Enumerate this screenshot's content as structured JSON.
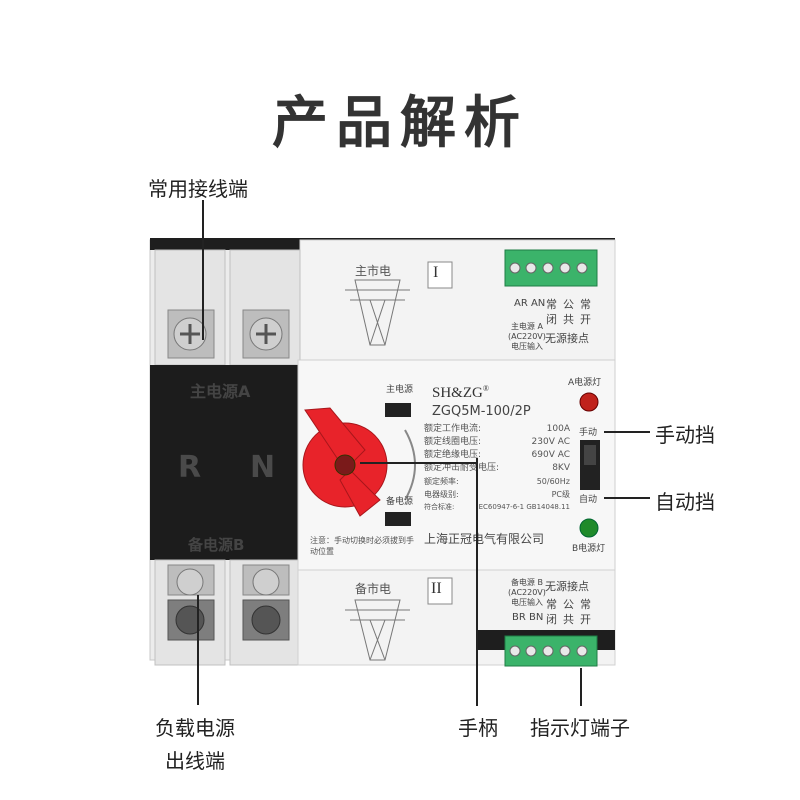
{
  "title": "产品解析",
  "callouts": {
    "common_terminal": "常用接线端",
    "manual_position": "手动挡",
    "auto_position": "自动挡",
    "load_output_line1": "负载电源",
    "load_output_line2": "出线端",
    "handle": "手柄",
    "indicator_terminal": "指示灯端子"
  },
  "device": {
    "top_block_label": "主市电",
    "top_block_roman": "I",
    "bottom_block_label": "备市电",
    "bottom_block_roman": "II",
    "panel_main_source": "主电源A",
    "panel_backup_source": "备电源B",
    "panel_R": "R",
    "panel_N": "N",
    "brand": "SH&ZG",
    "brand_mark": "®",
    "model": "ZGQ5M-100/2P",
    "main_power_label": "主电源",
    "backup_power_label": "备电源",
    "note": "注意：手动切换时必须拔到手动位置",
    "manufacturer": "上海正冠电气有限公司",
    "specs": [
      {
        "label": "额定工作电流:",
        "value": "100A"
      },
      {
        "label": "额定线圈电压:",
        "value": "230V AC"
      },
      {
        "label": "额定绝缘电压:",
        "value": "690V AC"
      },
      {
        "label": "额定冲击耐受电压:",
        "value": "8KV"
      },
      {
        "label": "额定频率:",
        "value": "50/60Hz"
      },
      {
        "label": "电器级别:",
        "value": "PC级"
      },
      {
        "label": "符合标准:",
        "value": "IEC60947-6-1 GB14048.11"
      }
    ],
    "a_lamp": "A电源灯",
    "b_lamp": "B电源灯",
    "switch_manual": "手动",
    "switch_auto": "自动",
    "top_term_ar_an": "AR AN",
    "top_term_nc": "常",
    "top_term_com": "公",
    "top_term_no": "常",
    "top_term_nc2": "闭",
    "top_term_com2": "共",
    "top_term_no2": "开",
    "top_main_input": "主电源 A",
    "top_main_input2": "(AC220V)",
    "top_main_input3": "电压输入",
    "top_dry_contact": "无源接点",
    "bot_backup_input": "备电源 B",
    "bot_backup_input2": "(AC220V)",
    "bot_backup_input3": "电压输入",
    "bot_dry_contact": "无源接点",
    "bot_term_br_bn": "BR BN",
    "bot_term_nc": "常",
    "bot_term_com": "公",
    "bot_term_no": "常",
    "bot_term_nc2": "闭",
    "bot_term_com2": "共",
    "bot_term_no2": "开"
  },
  "colors": {
    "handle_red": "#e8232a",
    "lamp_red": "#c0221c",
    "lamp_green": "#1f8a2a",
    "terminal_green": "#3bb36a",
    "panel_black": "#1c1c1c"
  }
}
